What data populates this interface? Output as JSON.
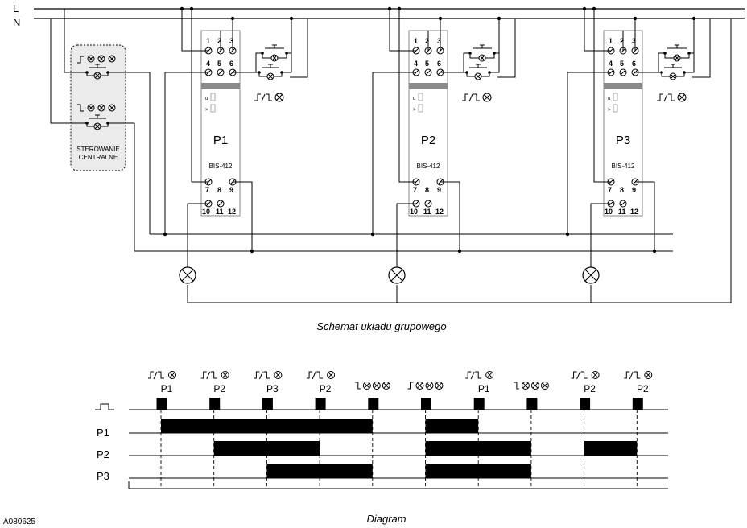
{
  "bus_labels": {
    "l": "L",
    "n": "N"
  },
  "central_control": {
    "line1": "STEROWANIE",
    "line2": "CENTRALNE"
  },
  "relays": [
    {
      "label": "P1",
      "model": "BIS-412",
      "terminals_top": [
        "1",
        "2",
        "3"
      ],
      "terminals_mid": [
        "4",
        "5",
        "6"
      ],
      "terminals_b1": [
        "7",
        "8",
        "9"
      ],
      "terminals_b2": [
        "10",
        "11",
        "12"
      ]
    },
    {
      "label": "P2",
      "model": "BIS-412",
      "terminals_top": [
        "1",
        "2",
        "3"
      ],
      "terminals_mid": [
        "4",
        "5",
        "6"
      ],
      "terminals_b1": [
        "7",
        "8",
        "9"
      ],
      "terminals_b2": [
        "10",
        "11",
        "12"
      ]
    },
    {
      "label": "P3",
      "model": "BIS-412",
      "terminals_top": [
        "1",
        "2",
        "3"
      ],
      "terminals_mid": [
        "4",
        "5",
        "6"
      ],
      "terminals_b1": [
        "7",
        "8",
        "9"
      ],
      "terminals_b2": [
        "10",
        "11",
        "12"
      ]
    }
  ],
  "schematic_caption": "Schemat układu grupowego",
  "diagram_caption": "Diagram",
  "doc_code": "A080625",
  "timing": {
    "events": [
      {
        "type": "toggle",
        "target": "P1"
      },
      {
        "type": "toggle",
        "target": "P2"
      },
      {
        "type": "toggle",
        "target": "P3"
      },
      {
        "type": "toggle",
        "target": "P2"
      },
      {
        "type": "all-off",
        "target": ""
      },
      {
        "type": "all-on",
        "target": ""
      },
      {
        "type": "toggle",
        "target": "P1"
      },
      {
        "type": "all-off",
        "target": ""
      },
      {
        "type": "toggle",
        "target": "P2"
      },
      {
        "type": "toggle",
        "target": "P2"
      }
    ],
    "rows": [
      {
        "label": "P1",
        "on": [
          [
            0,
            4
          ],
          [
            5,
            6
          ]
        ]
      },
      {
        "label": "P2",
        "on": [
          [
            1,
            3
          ],
          [
            5,
            7
          ],
          [
            8,
            9
          ]
        ]
      },
      {
        "label": "P3",
        "on": [
          [
            2,
            4
          ],
          [
            5,
            7
          ]
        ]
      }
    ]
  }
}
